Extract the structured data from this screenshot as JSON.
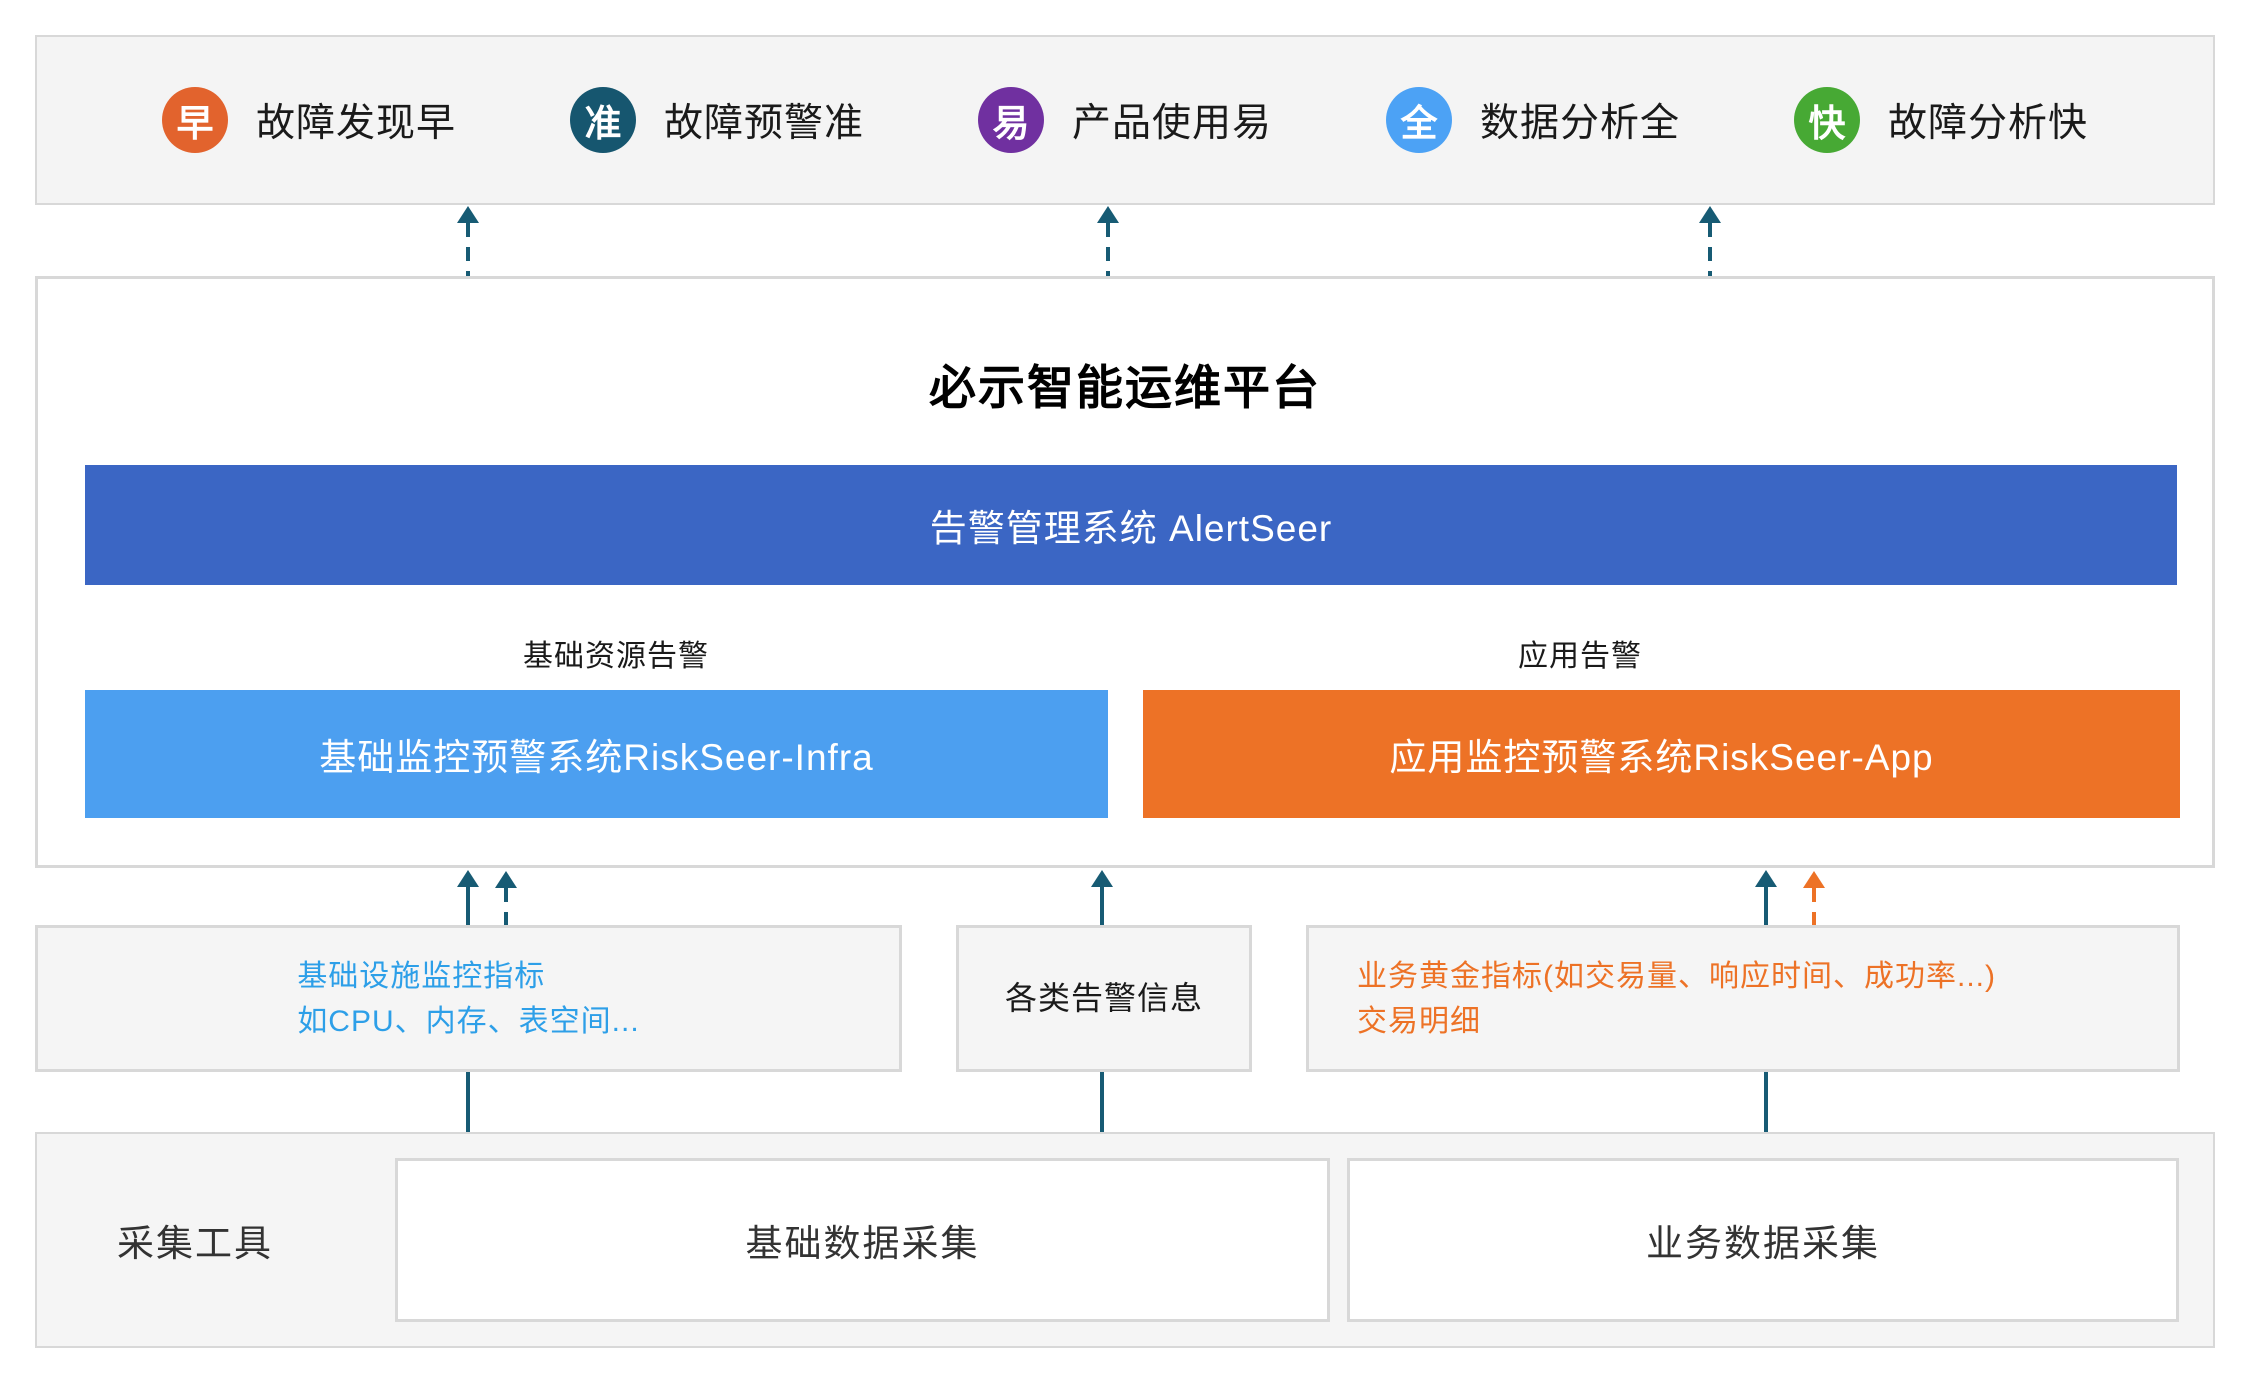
{
  "features": {
    "items": [
      {
        "badge": "早",
        "label": "故障发现早",
        "color": "#e2632d"
      },
      {
        "badge": "准",
        "label": "故障预警准",
        "color": "#16566f"
      },
      {
        "badge": "易",
        "label": "产品使用易",
        "color": "#7030a0"
      },
      {
        "badge": "全",
        "label": "数据分析全",
        "color": "#4ca2f5"
      },
      {
        "badge": "快",
        "label": "故障分析快",
        "color": "#47a934"
      }
    ]
  },
  "platform": {
    "title": "必示智能运维平台",
    "alertseer_bar": "告警管理系统 AlertSeer",
    "infra_flow_label": "基础资源告警",
    "app_flow_label": "应用告警",
    "infra_bar": "基础监控预警系统RiskSeer-Infra",
    "app_bar": "应用监控预警系统RiskSeer-App"
  },
  "metrics": {
    "infra": {
      "line1": "基础设施监控指标",
      "line2": "如CPU、内存、表空间..."
    },
    "alerts": {
      "text": "各类告警信息"
    },
    "business": {
      "line1": "业务黄金指标(如交易量、响应时间、成功率...)",
      "line2": "交易明细"
    }
  },
  "collection": {
    "label": "采集工具",
    "boxes": [
      "基础数据采集",
      "业务数据采集"
    ]
  },
  "colors": {
    "alertseer_blue": "#3b66c4",
    "infra_blue": "#4c9ff0",
    "app_orange": "#ed7226",
    "teal_arrow": "#175b74",
    "infra_text_blue": "#2d9fe8",
    "panel_gray": "#f5f5f5",
    "border_gray": "#d8d8d8"
  }
}
